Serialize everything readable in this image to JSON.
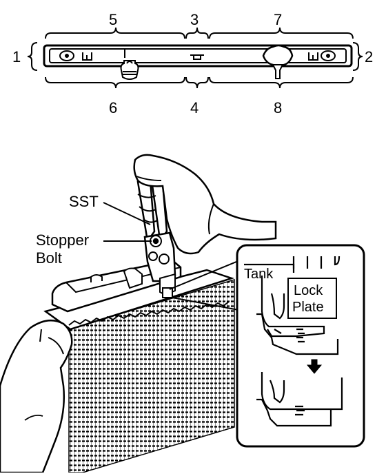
{
  "top_diagram": {
    "numbers": {
      "n1": "1",
      "n2": "2",
      "n3": "3",
      "n4": "4",
      "n5": "5",
      "n6": "6",
      "n7": "7",
      "n8": "8"
    }
  },
  "callouts": {
    "sst": "SST",
    "stopper_line1": "Stopper",
    "stopper_line2": "Bolt"
  },
  "inset": {
    "tank": "Tank",
    "lock_line1": "Lock",
    "lock_line2": "Plate"
  }
}
